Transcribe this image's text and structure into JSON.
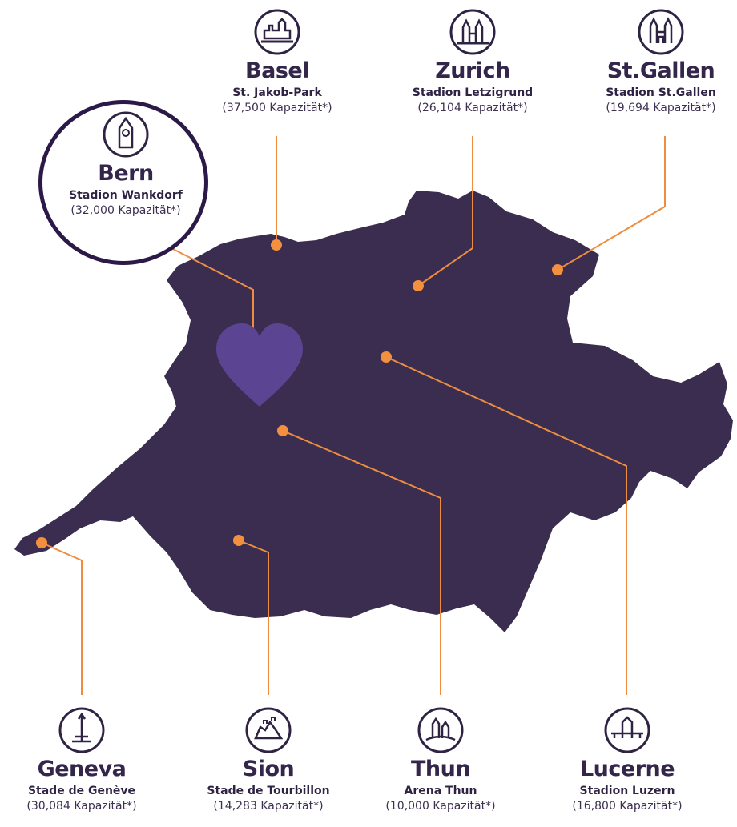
{
  "colors": {
    "map_fill": "#3a2d4f",
    "connector": "#ee8d3f",
    "marker": "#f2903f",
    "heart": "#5b4592",
    "ring": "#2b1a47",
    "icon_stroke": "#2f2344"
  },
  "cities": [
    {
      "key": "basel",
      "name": "Basel",
      "stadium": "St. Jakob-Park",
      "capacity": "(37,500 Kapazität*)",
      "icon": "basel-skyline-icon"
    },
    {
      "key": "zurich",
      "name": "Zurich",
      "stadium": "Stadion Letzigrund",
      "capacity": "(26,104 Kapazität*)",
      "icon": "zurich-church-icon"
    },
    {
      "key": "stgallen",
      "name": "St.Gallen",
      "stadium": "Stadion St.Gallen",
      "capacity": "(19,694 Kapazität*)",
      "icon": "stgallen-cathedral-icon"
    },
    {
      "key": "bern",
      "name": "Bern",
      "stadium": "Stadion Wankdorf",
      "capacity": "(32,000 Kapazität*)",
      "icon": "bern-clocktower-icon"
    },
    {
      "key": "geneva",
      "name": "Geneva",
      "stadium": "Stade de Genève",
      "capacity": "(30,084 Kapazität*)",
      "icon": "geneva-fountain-icon"
    },
    {
      "key": "sion",
      "name": "Sion",
      "stadium": "Stade de Tourbillon",
      "capacity": "(14,283 Kapazität*)",
      "icon": "sion-castle-icon"
    },
    {
      "key": "thun",
      "name": "Thun",
      "stadium": "Arena Thun",
      "capacity": "(10,000 Kapazität*)",
      "icon": "thun-castle-icon"
    },
    {
      "key": "lucerne",
      "name": "Lucerne",
      "stadium": "Stadion Luzern",
      "capacity": "(16,800 Kapazität*)",
      "icon": "lucerne-bridge-icon"
    }
  ]
}
